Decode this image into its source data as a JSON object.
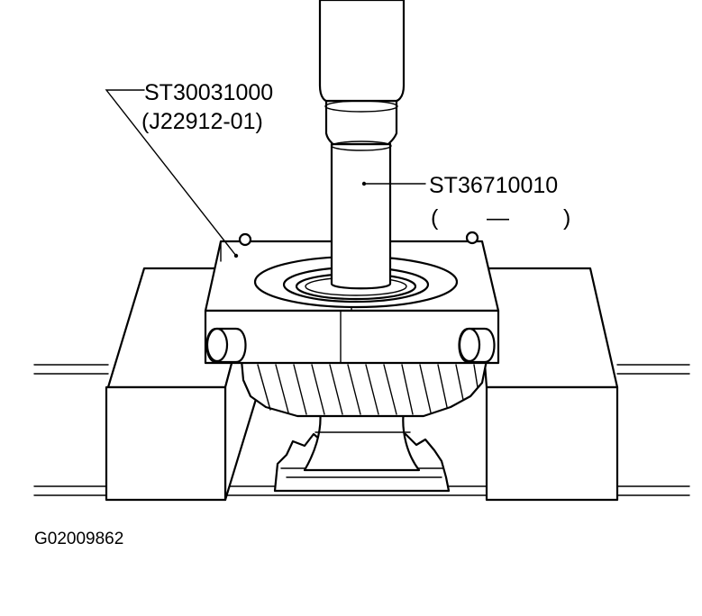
{
  "labels": {
    "tool_a_part_no": "ST30031000",
    "tool_a_alt_no": "(J22912-01)",
    "tool_b_part_no": "ST36710010",
    "tool_b_alt_open": "(",
    "tool_b_alt_dash": "—",
    "tool_b_alt_close": ")"
  },
  "figure_code": "G02009862",
  "colors": {
    "line": "#000000",
    "background": "#ffffff"
  }
}
